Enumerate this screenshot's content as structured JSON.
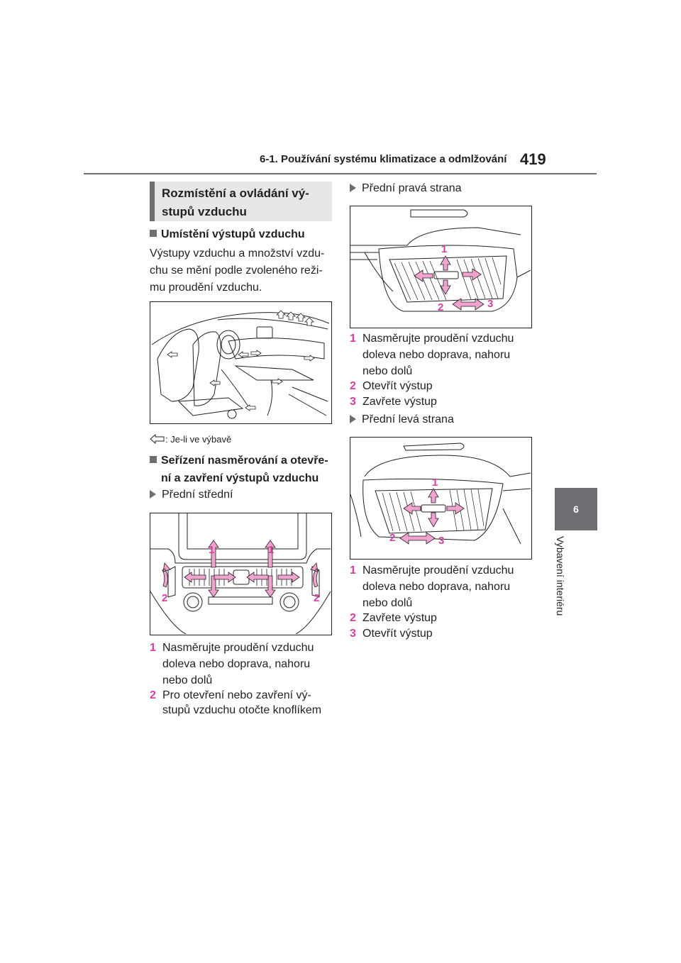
{
  "header": {
    "section_title": "6-1. Používání systému klimatizace a odmlžování",
    "page_number": "419"
  },
  "side_tab": {
    "chapter_number": "6",
    "chapter_title": "Vybavení interiéru"
  },
  "section_box": {
    "line1": "Rozmístění a ovládání vý-",
    "line2": "stupů vzduchu"
  },
  "location": {
    "heading": "Umístění výstupů vzduchu",
    "lines": [
      "Výstupy vzduchu a množství vzdu-",
      "chu se mění podle zvoleného reži-",
      "mu proudění vzduchu."
    ],
    "legend": ": Je-li ve výbavě"
  },
  "adjust": {
    "heading_line1": "Seřízení nasměrování a otevře-",
    "heading_line2": "ní a zavření výstupů vzduchu"
  },
  "front_center": {
    "label": "Přední střední",
    "callouts": [
      "1",
      "1",
      "2",
      "2"
    ],
    "steps": [
      {
        "num": "1",
        "lines": [
          "Nasměrujte proudění vzduchu",
          "doleva nebo doprava, nahoru",
          "nebo dolů"
        ]
      },
      {
        "num": "2",
        "lines": [
          "Pro otevření nebo zavření vý-",
          "stupů vzduchu otočte knoflíkem"
        ]
      }
    ]
  },
  "front_right": {
    "label": "Přední pravá strana",
    "callouts": [
      "1",
      "2",
      "3"
    ],
    "steps": [
      {
        "num": "1",
        "lines": [
          "Nasměrujte proudění vzduchu",
          "doleva nebo doprava, nahoru",
          "nebo dolů"
        ]
      },
      {
        "num": "2",
        "lines": [
          "Otevřít výstup"
        ]
      },
      {
        "num": "3",
        "lines": [
          "Zavřete výstup"
        ]
      }
    ]
  },
  "front_left": {
    "label": "Přední levá strana",
    "callouts": [
      "1",
      "2",
      "3"
    ],
    "steps": [
      {
        "num": "1",
        "lines": [
          "Nasměrujte proudění vzduchu",
          "doleva nebo doprava, nahoru",
          "nebo dolů"
        ]
      },
      {
        "num": "2",
        "lines": [
          "Zavřete výstup"
        ]
      },
      {
        "num": "3",
        "lines": [
          "Otevřít výstup"
        ]
      }
    ]
  },
  "colors": {
    "callout": "#d63fa0",
    "arrow_fill": "#f0a3cf",
    "tab": "#6d6e71",
    "box": "#e6e7e8"
  }
}
